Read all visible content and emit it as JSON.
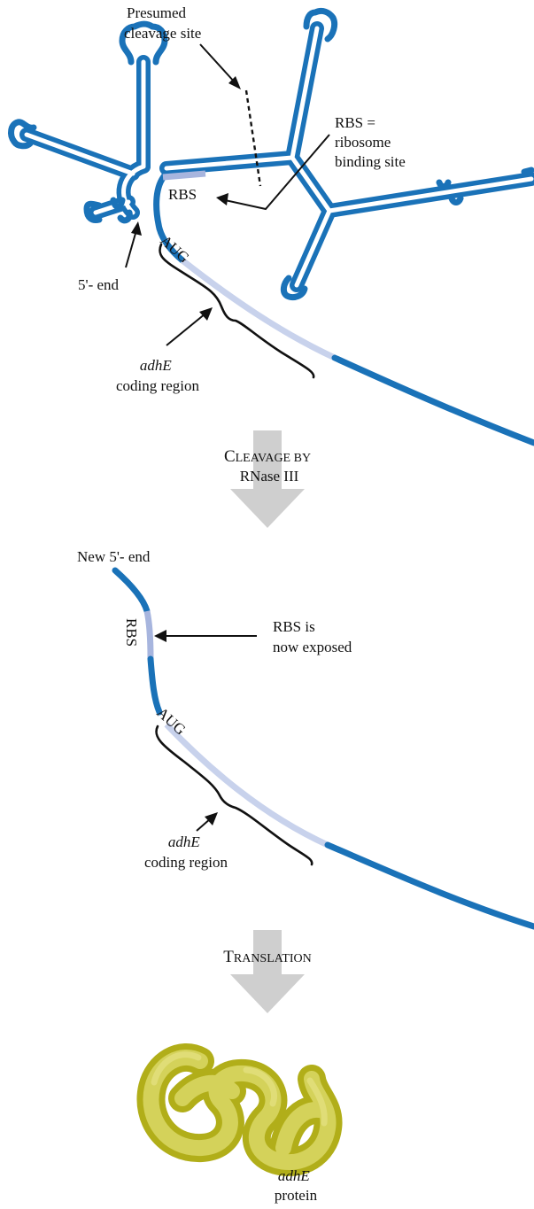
{
  "labels": {
    "cleavage_site_line1": "Presumed",
    "cleavage_site_line2": "cleavage site",
    "rbs_def_line1": "RBS =",
    "rbs_def_line2": "ribosome",
    "rbs_def_line3": "binding site",
    "rbs": "RBS",
    "aug": "AUG",
    "five_prime_end": "5'- end",
    "gene_name": "adhE",
    "coding_region": "coding region",
    "new_five_prime_end": "New 5'- end",
    "rbs_exposed_line1": "RBS is",
    "rbs_exposed_line2": "now exposed",
    "protein": "protein"
  },
  "steps": {
    "cleavage_c": "C",
    "cleavage_rest": "LEAVAGE BY",
    "enzyme": "RNase III",
    "translation_t": "T",
    "translation_rest": "RANSLATION"
  },
  "colors": {
    "rna": "#1a72b8",
    "coding_region": "#c8d2ec",
    "rbs": "#a7b5de",
    "step_arrow": "#cfcfcf",
    "protein": "#b1ae19"
  }
}
